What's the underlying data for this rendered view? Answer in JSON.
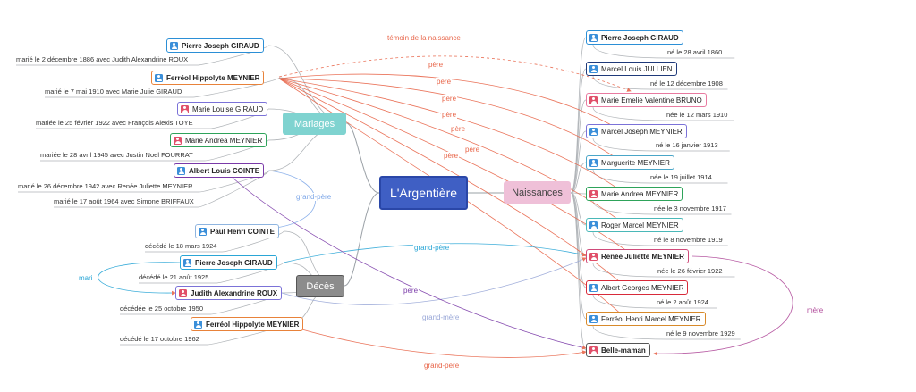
{
  "central": "L'Argentière",
  "branches": {
    "mariages": "Mariages",
    "deces": "Décès",
    "naissances": "Naissances"
  },
  "mariages": [
    {
      "name": "Pierre Joseph GIRAUD",
      "gender": "m",
      "bold": true,
      "color": "#2b8fd6",
      "details": [
        "marié le 2 décembre 1886 avec Judith Alexandrine ROUX"
      ]
    },
    {
      "name": "Ferréol Hippolyte MEYNIER",
      "gender": "m",
      "bold": true,
      "color": "#e8823a",
      "details": [
        "marié le 7 mai 1910 avec Marie Julie GIRAUD"
      ]
    },
    {
      "name": "Marie Louise GIRAUD",
      "gender": "f",
      "bold": false,
      "color": "#7b72d8",
      "details": [
        "mariée le 25 février 1922 avec François Alexis TOYE"
      ]
    },
    {
      "name": "Marie Andrea MEYNIER",
      "gender": "f",
      "bold": false,
      "color": "#2ea35a",
      "details": [
        "mariée le 28 avril 1945 avec Justin Noel FOURRAT"
      ]
    },
    {
      "name": "Albert Louis COINTE",
      "gender": "m",
      "bold": true,
      "color": "#7a3aa8",
      "details": [
        "marié le 26 décembre 1942 avec Renée Juliette MEYNIER",
        "marié le 17 août 1964 avec Simone BRIFFAUX"
      ]
    }
  ],
  "deces": [
    {
      "name": "Paul Henri COINTE",
      "gender": "m",
      "bold": true,
      "color": "#8fb5e0",
      "details": [
        "décédé le 18 mars 1924"
      ]
    },
    {
      "name": "Pierre Joseph GIRAUD",
      "gender": "m",
      "bold": true,
      "color": "#2aa6d6",
      "details": [
        "décédé le 21 août 1925"
      ]
    },
    {
      "name": "Judith Alexandrine ROUX",
      "gender": "f",
      "bold": true,
      "color": "#7b72d8",
      "details": [
        "décédée le 25 octobre 1950"
      ]
    },
    {
      "name": "Ferréol Hippolyte MEYNIER",
      "gender": "m",
      "bold": true,
      "color": "#e8823a",
      "details": [
        "décédé le 17 octobre 1962"
      ]
    }
  ],
  "naissances": [
    {
      "name": "Pierre Joseph GIRAUD",
      "gender": "m",
      "bold": true,
      "color": "#2b8fd6",
      "details": [
        "né le 28 avril 1860"
      ]
    },
    {
      "name": "Marcel Louis JULLIEN",
      "gender": "m",
      "bold": false,
      "color": "#1f3a7a",
      "details": [
        "né le 12 décembre 1908"
      ]
    },
    {
      "name": "Marie Emelie Valentine BRUNO",
      "gender": "f",
      "bold": false,
      "color": "#e87aa0",
      "details": [
        "née le 12 mars 1910"
      ]
    },
    {
      "name": "Marcel Joseph MEYNIER",
      "gender": "m",
      "bold": false,
      "color": "#7b72d8",
      "details": [
        "né le 16 janvier 1913"
      ]
    },
    {
      "name": "Marguerite MEYNIER",
      "gender": "m",
      "bold": false,
      "color": "#4aa6c8",
      "details": [
        "née le 19 juillet 1914"
      ]
    },
    {
      "name": "Marie Andrea MEYNIER",
      "gender": "f",
      "bold": false,
      "color": "#2ea35a",
      "details": [
        "née le 3 novembre 1917"
      ]
    },
    {
      "name": "Roger Marcel MEYNIER",
      "gender": "m",
      "bold": false,
      "color": "#4ab8b8",
      "details": [
        "né le 8 novembre 1919"
      ]
    },
    {
      "name": "Renée Juliette MEYNIER",
      "gender": "f",
      "bold": true,
      "color": "#d04a7a",
      "details": [
        "née le 26 février 1922"
      ]
    },
    {
      "name": "Albert Georges MEYNIER",
      "gender": "m",
      "bold": false,
      "color": "#d82a3a",
      "details": [
        "né le 2 août 1924"
      ]
    },
    {
      "name": "Ferréol Henri Marcel MEYNIER",
      "gender": "m",
      "bold": false,
      "color": "#d88a2a",
      "details": [
        "né le 9 novembre 1929"
      ]
    },
    {
      "name": "Belle-maman",
      "gender": "f",
      "bold": true,
      "color": "#555555",
      "details": []
    }
  ],
  "relations": {
    "temoin": "témoin de la naissance",
    "pere": "père",
    "grand_pere": "grand-père",
    "mari": "mari",
    "mere": "mère",
    "grand_mere": "grand-mère"
  },
  "colors": {
    "central": "#3f5fc4",
    "mariages": "#7fd3d0",
    "deces": "#8c8c8c",
    "naissances": "#efc0d8",
    "father_link": "#e8664a",
    "grandfather_link": "#7fa8e8",
    "mother_link": "#b04a9a"
  }
}
